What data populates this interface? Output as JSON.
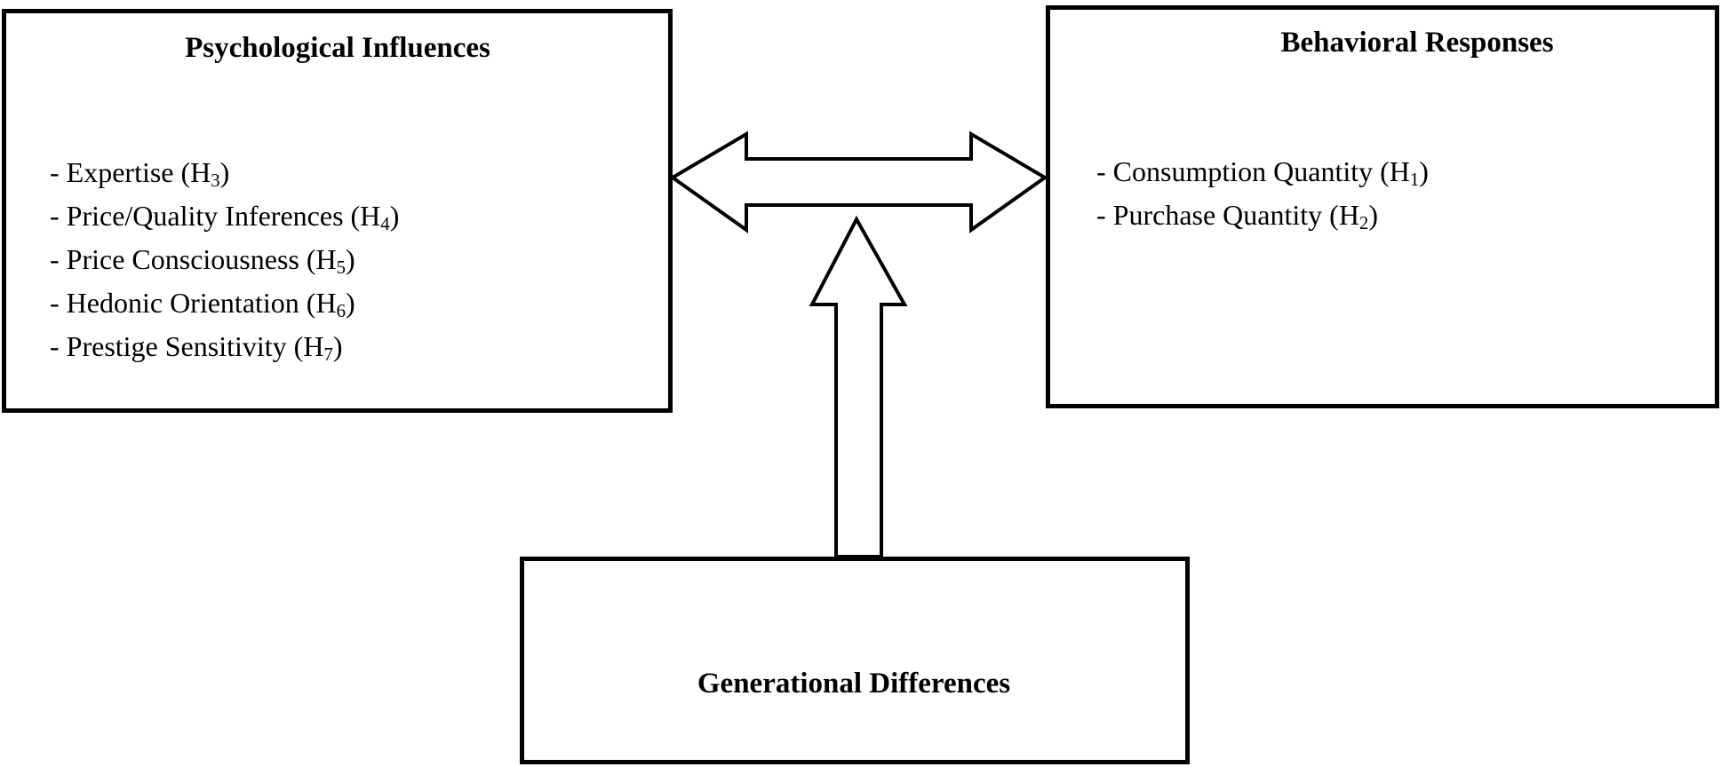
{
  "psychological": {
    "title": "Psychological Influences",
    "items": [
      {
        "label": "- Expertise (H",
        "sub": "3",
        "close": ")"
      },
      {
        "label": "- Price/Quality Inferences (H",
        "sub": "4",
        "close": ")"
      },
      {
        "label": "- Price Consciousness (H",
        "sub": "5",
        "close": ")"
      },
      {
        "label": "- Hedonic Orientation (H",
        "sub": "6",
        "close": ")"
      },
      {
        "label": "- Prestige Sensitivity (H",
        "sub": "7",
        "close": ")"
      }
    ]
  },
  "behavioral": {
    "title": "Behavioral Responses",
    "items": [
      {
        "label": "- Consumption Quantity (H",
        "sub": "1",
        "close": ")"
      },
      {
        "label": "- Purchase Quantity (H",
        "sub": "2",
        "close": ")"
      }
    ]
  },
  "generational": {
    "title": "Generational Differences"
  }
}
